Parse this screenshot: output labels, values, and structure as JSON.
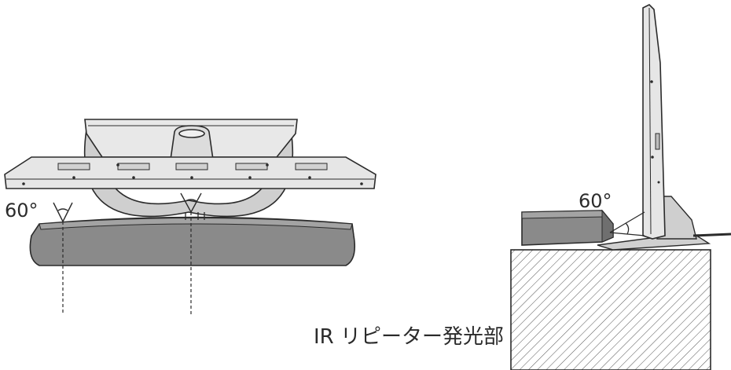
{
  "labels": {
    "angle_left": "60°",
    "angle_right": "60°",
    "ir_emitter": "IR リピーター発光部"
  },
  "colors": {
    "line": "#2b2b2b",
    "fill_light": "#e6e6e6",
    "fill_mid": "#c9c9c9",
    "fill_dark": "#8a8a8a",
    "fill_side": "#bdbdbd",
    "background": "#ffffff"
  }
}
